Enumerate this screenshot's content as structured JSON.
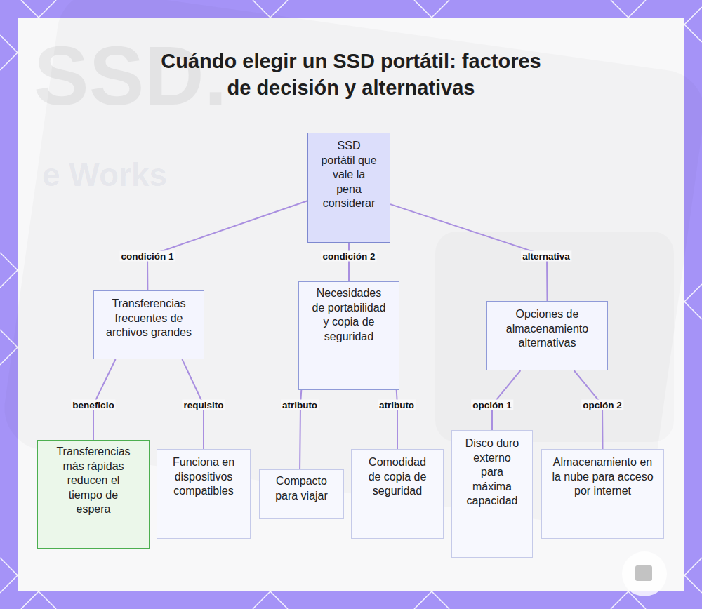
{
  "diagram": {
    "title": "Cuándo elegir un SSD portátil: factores de decisión y alternativas",
    "nodes": [
      {
        "text": [
          "SSD portátil que vale la pena considerar"
        ]
      },
      {
        "text": [
          "Transferencias frecuentes de archivos grandes"
        ]
      },
      {
        "text": [
          "Necesidades de portabilidad y copia de seguridad"
        ]
      },
      {
        "text": [
          "Opciones de almacenamiento alternativas"
        ]
      },
      {
        "text": [
          "Transferencias más rápidas reducen el tiempo de espera"
        ]
      },
      {
        "text": [
          "Funciona en dispositivos compatibles"
        ]
      },
      {
        "text": [
          "Compacto para viajar"
        ]
      },
      {
        "text": [
          "Comodidad de copia de seguridad"
        ]
      },
      {
        "text": [
          "Disco duro externo para máxima capacidad"
        ]
      },
      {
        "text": [
          "Almacenamiento en la nube para acceso por internet"
        ]
      }
    ],
    "edges": [
      {
        "from": 0,
        "to": 1,
        "label": "condición 1",
        "arrow": "none"
      },
      {
        "from": 0,
        "to": 2,
        "label": "condición 2",
        "arrow": "none"
      },
      {
        "from": 0,
        "to": 3,
        "label": "alternativa",
        "arrow": "none"
      },
      {
        "from": 1,
        "to": 4,
        "label": "beneficio",
        "arrow": "none"
      },
      {
        "from": 1,
        "to": 5,
        "label": "requisito",
        "arrow": "none"
      },
      {
        "from": 2,
        "to": 6,
        "label": "atributo",
        "arrow": "none"
      },
      {
        "from": 2,
        "to": 7,
        "label": "atributo",
        "arrow": "none"
      },
      {
        "from": 3,
        "to": 8,
        "label": "opción 1",
        "arrow": "none"
      },
      {
        "from": 3,
        "to": 9,
        "label": "opción 2",
        "arrow": "none"
      }
    ],
    "labels": [
      "SSD.",
      "e Works"
    ]
  }
}
